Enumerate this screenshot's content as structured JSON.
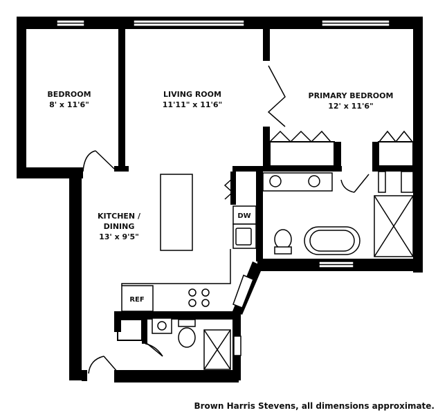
{
  "rooms": [
    {
      "name": "BEDROOM",
      "dimensions": "8' x 11'6\""
    },
    {
      "name": "LIVING ROOM",
      "dimensions": "11'11\" x 11'6\""
    },
    {
      "name": "PRIMARY BEDROOM",
      "dimensions": "12' x 11'6\""
    },
    {
      "name": "KITCHEN /",
      "name_line2": "DINING",
      "dimensions": "13' x 9'5\""
    }
  ],
  "appliances": {
    "dishwasher": "DW",
    "refrigerator": "REF"
  },
  "credit": "Brown Harris Stevens, all dimensions approximate.",
  "colors": {
    "wall": "#000000",
    "fixture": "#ffffff",
    "line": "#000000"
  }
}
